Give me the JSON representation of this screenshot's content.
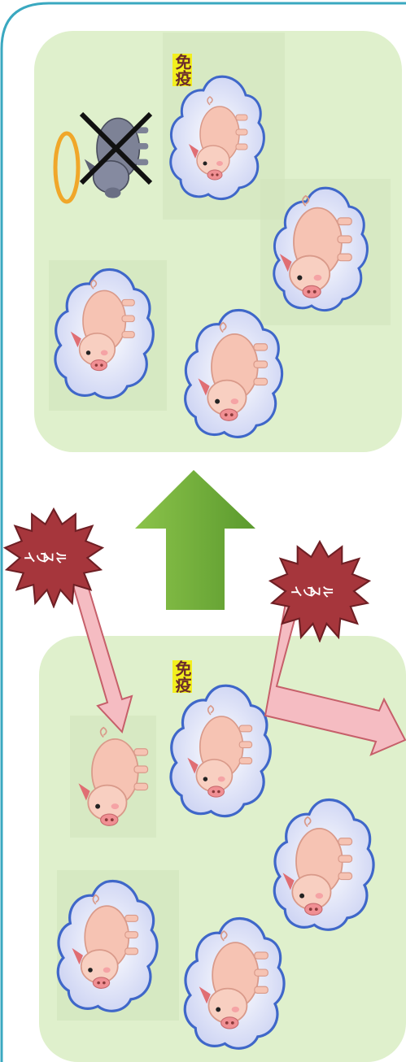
{
  "panels": {
    "top": {
      "immune_label": "免疫",
      "dead_pig": "dead-pig"
    },
    "bottom": {
      "immune_label": "免疫"
    }
  },
  "viruses": [
    {
      "line1": "ウイ",
      "line2": "ルス"
    },
    {
      "line1": "ウイ",
      "line2": "ルス"
    }
  ],
  "colors": {
    "panel_bg": "#dff0cc",
    "frame": "#3aa8c0",
    "arrow_up": "#6aa83a",
    "virus": "#a33a3a",
    "pink_arrow": "#f3b7bd",
    "cloud": "#e8ecfb",
    "pig": "#f6c6b8",
    "dead_pig": "#7a7f93",
    "halo": "#f0a72a"
  }
}
